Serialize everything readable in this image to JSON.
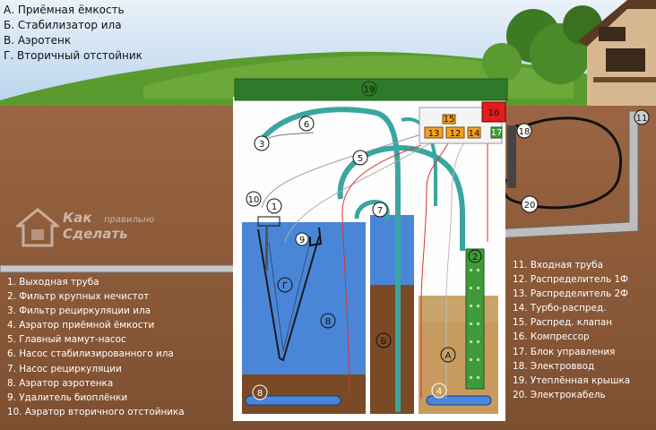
{
  "legend_top": [
    "А. Приёмная ёмкость",
    "Б. Стабилизатор ила",
    "В. Аэротенк",
    "Г. Вторичный отстойник"
  ],
  "legend_left": [
    "1. Выходная труба",
    "2. Фильтр крупных нечистот",
    "3. Фильтр рециркуляции ила",
    "4. Аэратор приёмной ёмкости",
    "5. Главный мамут-насос",
    "6. Насос стабилизированного ила",
    "7. Насос рециркуляции",
    "8. Аэратор аэротенка",
    "9. Удалитель биоплёнки",
    "10. Аэратор вторичного отстойника"
  ],
  "legend_right": [
    "11. Входная труба",
    "12. Распределитель 1Ф",
    "13. Распределитель 2Ф",
    "14. Турбо-распред.",
    "15. Распред. клапан",
    "16. Компрессор",
    "17. Блок управления",
    "18. Электроввод",
    "19. Утеплённая крышка",
    "20. Электрокабель"
  ],
  "watermark": {
    "line1": "Как",
    "line2": "правильно",
    "line3": "Сделать"
  },
  "chamber_labels": {
    "a": "А",
    "b": "Б",
    "v": "В",
    "g": "Г"
  },
  "markers": {
    "m1": "1",
    "m2": "2",
    "m3": "3",
    "m4": "4",
    "m5": "5",
    "m6": "6",
    "m7": "7",
    "m8": "8",
    "m9": "9",
    "m10": "10",
    "m11": "11",
    "m12": "12",
    "m13": "13",
    "m14": "14",
    "m15": "15",
    "m16": "16",
    "m17": "17",
    "m18": "18",
    "m19": "19",
    "m20": "20"
  },
  "colors": {
    "soil": "#8a5a3a",
    "sky": "#cfe2f2",
    "grass": "#4f8f2a",
    "water": "#4a86d8",
    "sludge": "#7a4a26",
    "pipe_teal": "#3aa6a0",
    "lid": "#2f7a2a",
    "tank_wall": "#ffffff",
    "compressor": "#e11d1d"
  }
}
